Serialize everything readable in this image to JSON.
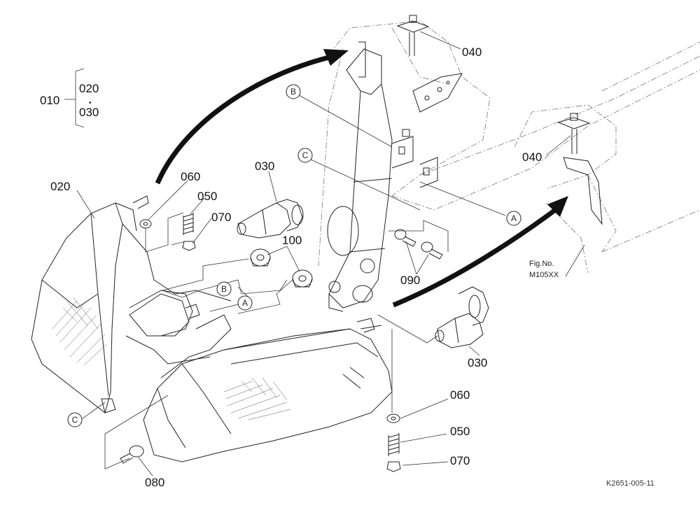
{
  "labels": {
    "p010": "010",
    "p020_top": "020",
    "p030_top": "030",
    "p020_left": "020",
    "p060_left": "060",
    "p050_left": "050",
    "p070_left": "070",
    "p030_mid": "030",
    "p100": "100",
    "p040_top": "040",
    "p040_right": "040",
    "p090": "090",
    "p030_right": "030",
    "p060_right": "060",
    "p050_right": "050",
    "p070_right": "070",
    "p080": "080"
  },
  "callouts": {
    "a1": "A",
    "a2": "A",
    "b1": "B",
    "b2": "B",
    "c1": "C",
    "c2": "C"
  },
  "fig": {
    "line1": "Fig.No.",
    "line2": "M105XX"
  },
  "code": "K2651-005-11",
  "bullet": "•"
}
